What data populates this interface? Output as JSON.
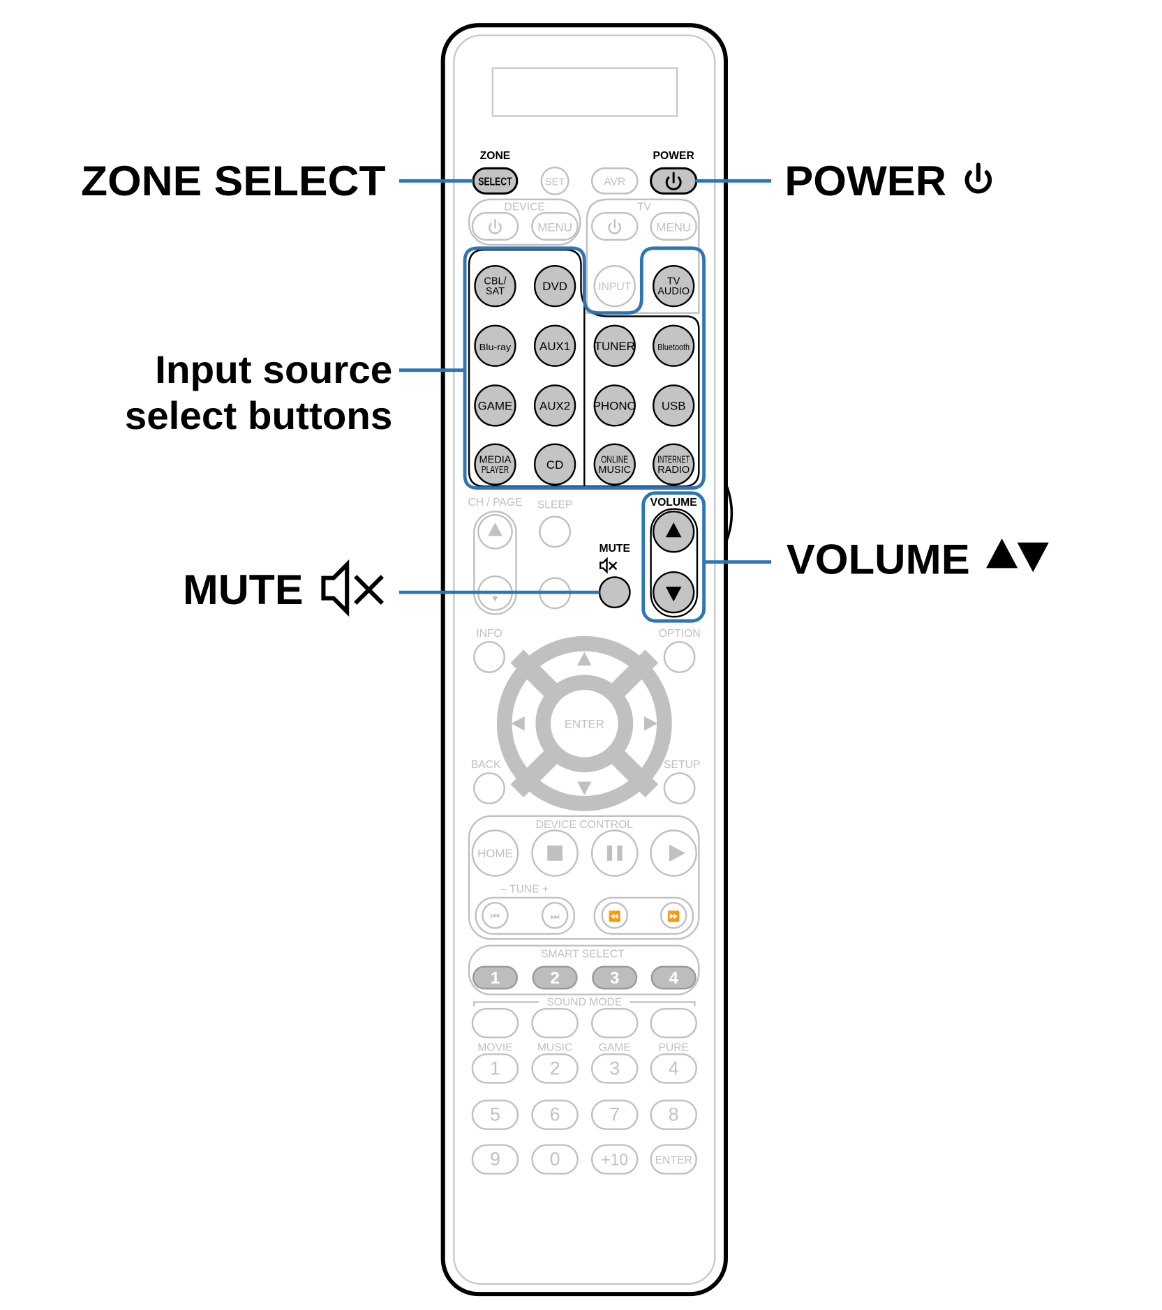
{
  "callouts": {
    "zone_select": "ZONE SELECT",
    "power": "POWER",
    "input_source": [
      "Input source",
      "select buttons"
    ],
    "mute": "MUTE",
    "volume": "VOLUME"
  },
  "colors": {
    "callout_line": "#2e75b6",
    "active_button": "#c4c4c4",
    "inactive": "#c0c0c0",
    "outline": "#000000"
  },
  "remote": {
    "zone_label": "ZONE",
    "select": "SELECT",
    "set": "SET",
    "avr": "AVR",
    "power_label": "POWER",
    "device": "DEVICE",
    "device_menu": "MENU",
    "tv": "TV",
    "tv_menu": "MENU",
    "input": "INPUT",
    "input_buttons": [
      {
        "id": "cbl-sat",
        "lines": [
          "CBL/",
          "SAT"
        ]
      },
      {
        "id": "dvd",
        "lines": [
          "DVD"
        ]
      },
      {
        "id": "tv-audio",
        "lines": [
          "TV",
          "AUDIO"
        ]
      },
      {
        "id": "blu-ray",
        "lines": [
          "Blu-ray"
        ]
      },
      {
        "id": "aux1",
        "lines": [
          "AUX1"
        ]
      },
      {
        "id": "tuner",
        "lines": [
          "TUNER"
        ]
      },
      {
        "id": "bluetooth",
        "lines": [
          "Bluetooth"
        ]
      },
      {
        "id": "game",
        "lines": [
          "GAME"
        ]
      },
      {
        "id": "aux2",
        "lines": [
          "AUX2"
        ]
      },
      {
        "id": "phono",
        "lines": [
          "PHONO"
        ]
      },
      {
        "id": "usb",
        "lines": [
          "USB"
        ]
      },
      {
        "id": "media-player",
        "lines": [
          "MEDIA",
          "PLAYER"
        ]
      },
      {
        "id": "cd",
        "lines": [
          "CD"
        ]
      },
      {
        "id": "online-music",
        "lines": [
          "ONLINE",
          "MUSIC"
        ]
      },
      {
        "id": "internet-radio",
        "lines": [
          "INTERNET",
          "RADIO"
        ]
      }
    ],
    "ch_page": "CH / PAGE",
    "sleep": "SLEEP",
    "mute_label": "MUTE",
    "volume_label": "VOLUME",
    "info": "INFO",
    "option": "OPTION",
    "enter": "ENTER",
    "back": "BACK",
    "setup": "SETUP",
    "device_control": "DEVICE CONTROL",
    "home": "HOME",
    "tune": "–  TUNE  +",
    "smart_select": "SMART SELECT",
    "smart_buttons": [
      "1",
      "2",
      "3",
      "4"
    ],
    "sound_mode": "SOUND MODE",
    "sound_modes": [
      "MOVIE",
      "MUSIC",
      "GAME",
      "PURE"
    ],
    "number_keys": [
      "1",
      "2",
      "3",
      "4",
      "5",
      "6",
      "7",
      "8",
      "9",
      "0",
      "+10",
      "ENTER"
    ]
  }
}
